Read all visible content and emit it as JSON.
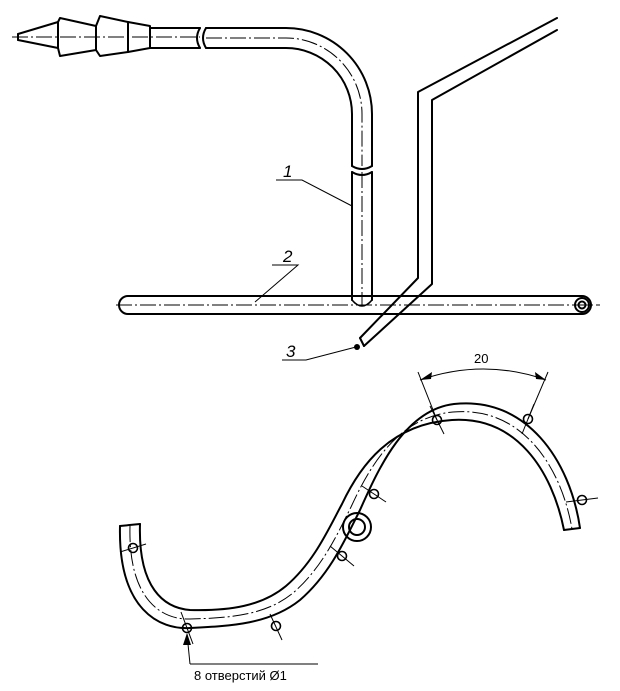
{
  "labels": {
    "callout_1": "1",
    "callout_2": "2",
    "callout_3": "3",
    "dimension_20": "20",
    "holes_note": "8 отверстий Ø1"
  },
  "colors": {
    "line": "#000000",
    "background": "#ffffff"
  }
}
